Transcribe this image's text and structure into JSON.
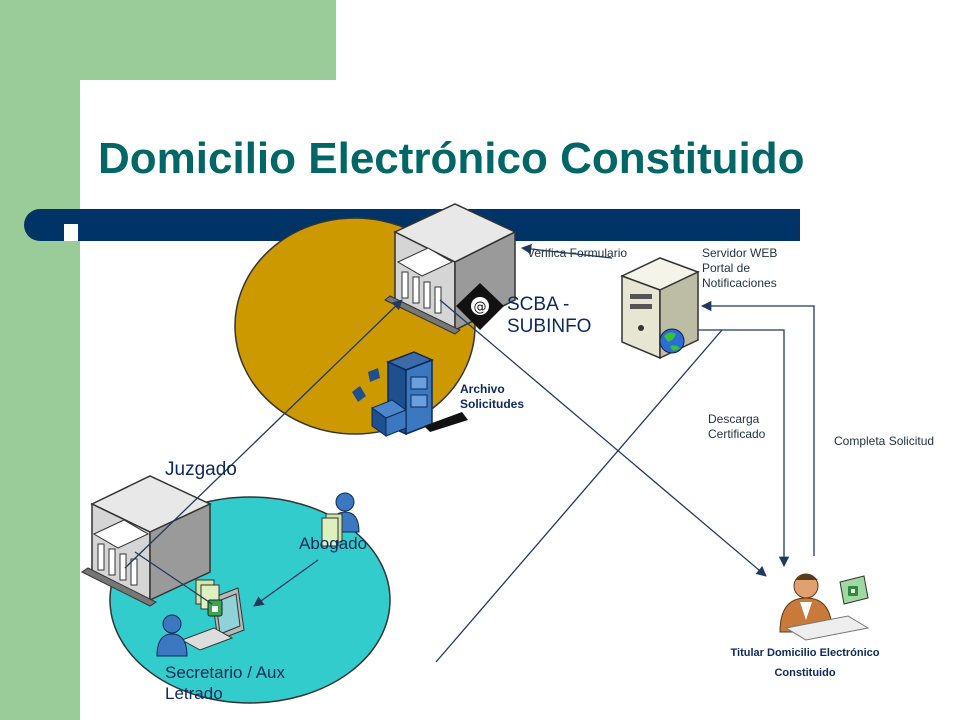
{
  "slide": {
    "title": "Domicilio Electrónico Constituido"
  },
  "labels": {
    "scba_line1": "SCBA -",
    "scba_line2": "SUBINFO",
    "archivo_line1": "Archivo",
    "archivo_line2": "Solicitudes",
    "verifica": "Verifica Formulario",
    "servidor_line1": "Servidor WEB",
    "servidor_line2": "Portal de",
    "servidor_line3": "Notificaciones",
    "descarga_line1": "Descarga",
    "descarga_line2": "Certificado",
    "completa": "Completa Solicitud",
    "juzgado": "Juzgado",
    "abogado": "Abogado",
    "secretario_line1": "Secretario / Aux",
    "secretario_line2": "Letrado",
    "titular_line1": "Titular Domicilio Electrónico",
    "titular_line2": "Constituido"
  },
  "colors": {
    "green": "#99cc99",
    "title": "#006666",
    "bar": "#003366",
    "gold_ellipse": "#cc9900",
    "teal_ellipse": "#33cccc",
    "arrow": "#1f3a5f"
  }
}
